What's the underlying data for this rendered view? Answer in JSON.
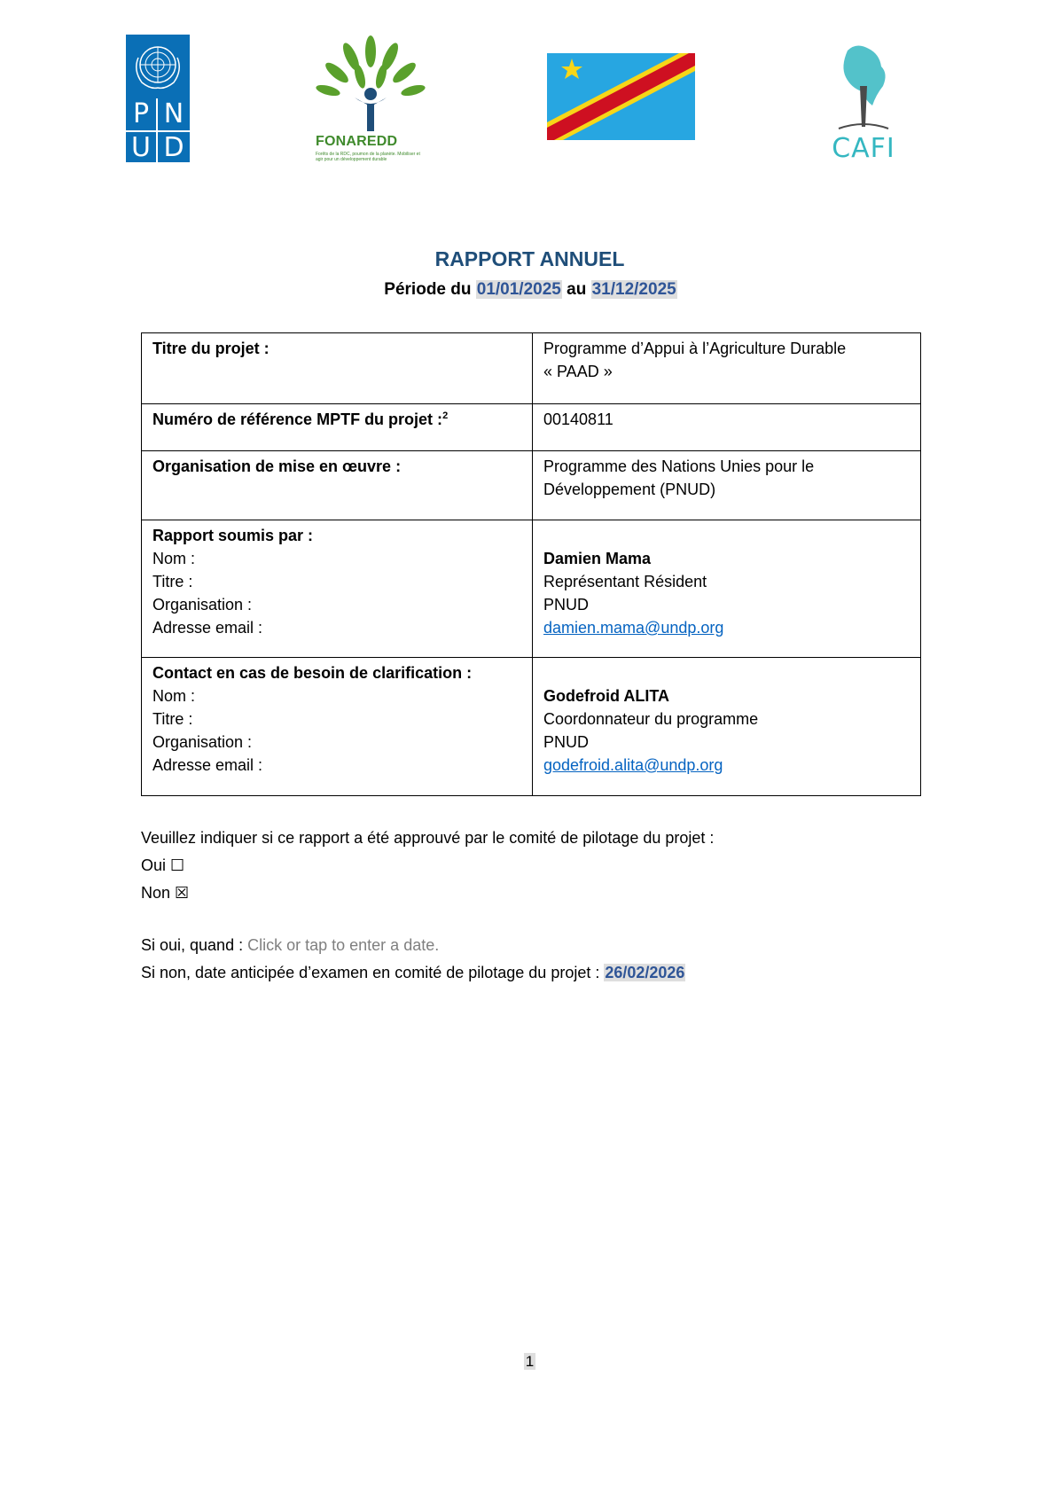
{
  "logos": {
    "undp_letters": [
      "P",
      "N",
      "U",
      "D"
    ],
    "fonaredd_name": "FONAREDD",
    "fonaredd_tagline": "Forêts de la RDC, poumon de la planète. Mobiliser et agir pour un développement durable",
    "cafi_name": "CAFI"
  },
  "header": {
    "title": "RAPPORT ANNUEL",
    "period_prefix": "Période du",
    "period_start": "01/01/2025",
    "period_mid": "au",
    "period_end": "31/12/2025"
  },
  "table": {
    "project_title_label": "Titre du projet :",
    "project_title_value_1": "Programme d’Appui à l’Agriculture Durable",
    "project_title_value_2": "« PAAD »",
    "ref_label": "Numéro de référence MPTF du projet :",
    "ref_footnote": "2",
    "ref_value": "00140811",
    "org_label": "Organisation de mise en œuvre :",
    "org_value_1": "Programme des Nations Unies pour le",
    "org_value_2": "Développement (PNUD)",
    "submitted": {
      "heading": "Rapport soumis par :",
      "name_label": "Nom :",
      "title_label": "Titre :",
      "org_label": "Organisation :",
      "email_label": "Adresse email :",
      "name": "Damien Mama",
      "title": "Représentant Résident",
      "org": "PNUD",
      "email": "damien.mama@undp.org"
    },
    "contact": {
      "heading": "Contact en cas de besoin de clarification :",
      "name_label": "Nom :",
      "title_label": "Titre :",
      "org_label": "Organisation :",
      "email_label": "Adresse email :",
      "name": "Godefroid ALITA",
      "title": "Coordonnateur du programme",
      "org": "PNUD",
      "email": "godefroid.alita@undp.org"
    }
  },
  "approval": {
    "question": "Veuillez indiquer si ce rapport a été approuvé par le comité de pilotage du projet :",
    "yes_label": "Oui",
    "yes_box": "☐",
    "no_label": "Non",
    "no_box": "☒",
    "if_yes_label": "Si oui, quand :",
    "if_yes_placeholder": "Click or tap to enter a date.",
    "if_no_label": "Si non, date anticipée d’examen en comité de pilotage du projet :",
    "if_no_date": "26/02/2026"
  },
  "page_number": "1"
}
